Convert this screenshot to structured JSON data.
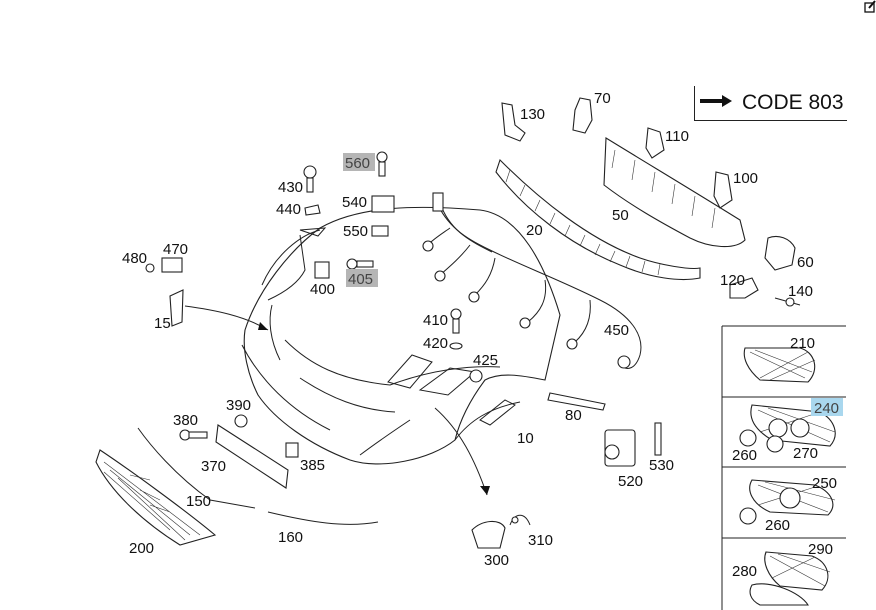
{
  "diagram": {
    "code_label": "CODE 803",
    "part_numbers": {
      "p10": "10",
      "p15": "15",
      "p20": "20",
      "p50": "50",
      "p60": "60",
      "p70": "70",
      "p80": "80",
      "p100": "100",
      "p110": "110",
      "p120": "120",
      "p130": "130",
      "p140": "140",
      "p150": "150",
      "p160": "160",
      "p200": "200",
      "p210": "210",
      "p240": "240",
      "p250": "250",
      "p260a": "260",
      "p260b": "260",
      "p270": "270",
      "p280": "280",
      "p290": "290",
      "p300": "300",
      "p310": "310",
      "p370": "370",
      "p380": "380",
      "p385": "385",
      "p390": "390",
      "p400": "400",
      "p405": "405",
      "p410": "410",
      "p420": "420",
      "p425": "425",
      "p430": "430",
      "p440": "440",
      "p450": "450",
      "p470": "470",
      "p480": "480",
      "p520": "520",
      "p530": "530",
      "p540": "540",
      "p550": "550",
      "p560": "560"
    },
    "highlight_colors": {
      "gray": "#b5b5b5",
      "blue": "#a9d7ee"
    }
  }
}
